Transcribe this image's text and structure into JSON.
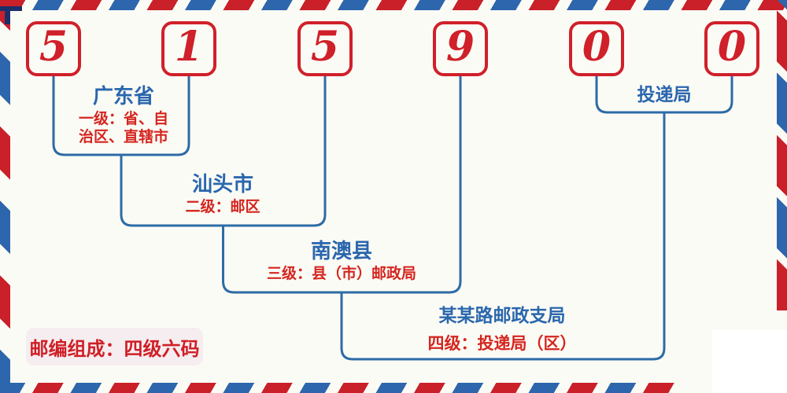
{
  "postal_code": {
    "digits": [
      "5",
      "1",
      "5",
      "9",
      "0",
      "0"
    ]
  },
  "annotations": {
    "level1": {
      "name": "广东省",
      "desc": "一级：省、自\n治区、直辖市"
    },
    "level2": {
      "name": "汕头市",
      "desc": "二级：邮区"
    },
    "level3": {
      "name": "南澳县",
      "desc": "三级：县（市）邮政局"
    },
    "level4": {
      "name": "某某路邮政支局",
      "desc": "四级：投递局（区）"
    },
    "delivery": {
      "name": "投递局"
    }
  },
  "footer": {
    "badge": "邮编组成：四级六码"
  },
  "colors": {
    "stripe_red": "#c9202a",
    "stripe_blue": "#2e66ad",
    "box_red": "#d0202a",
    "line_blue": "#2d6ba6",
    "text_blue": "#2a66ad",
    "text_red": "#d5251f",
    "badge_bg": "#f6edf0",
    "background": "#fbfbf5"
  }
}
